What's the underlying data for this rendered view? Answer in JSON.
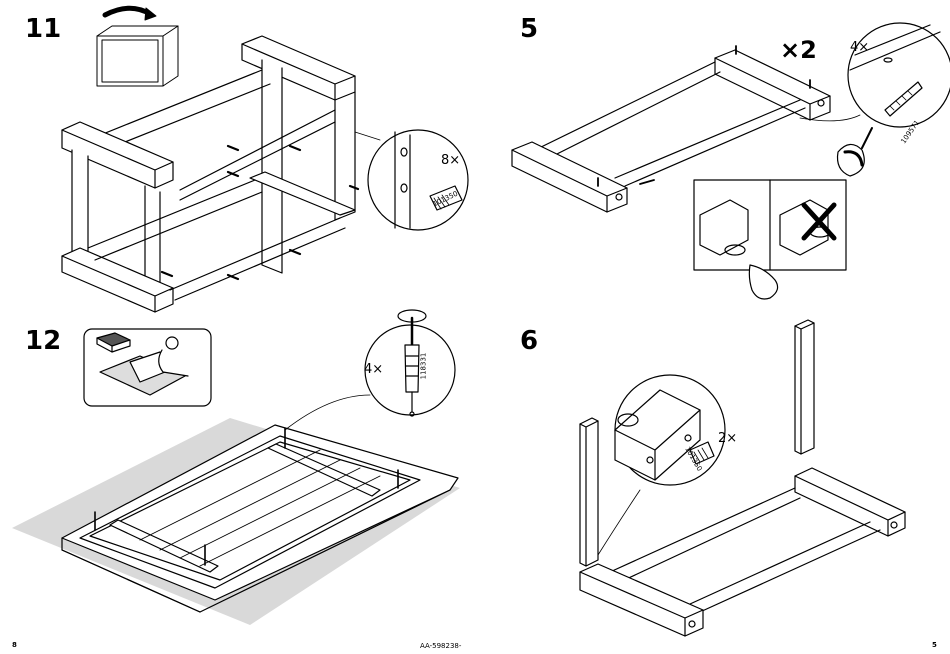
{
  "left_page": {
    "steps": [
      {
        "number": "11",
        "label": "8×",
        "part": "101350"
      },
      {
        "number": "12",
        "label": "4×",
        "part": "118331"
      }
    ],
    "page_number": "8"
  },
  "right_page": {
    "steps": [
      {
        "number": "5",
        "multiplier": "×2",
        "label": "4×",
        "part": "109571"
      },
      {
        "number": "6",
        "label": "2×",
        "part": "101350"
      }
    ],
    "page_number": "5"
  },
  "doc_code": "AA-598238-",
  "colors": {
    "line": "#000000",
    "shadow": "#d9d9d9",
    "fill": "#ffffff"
  }
}
